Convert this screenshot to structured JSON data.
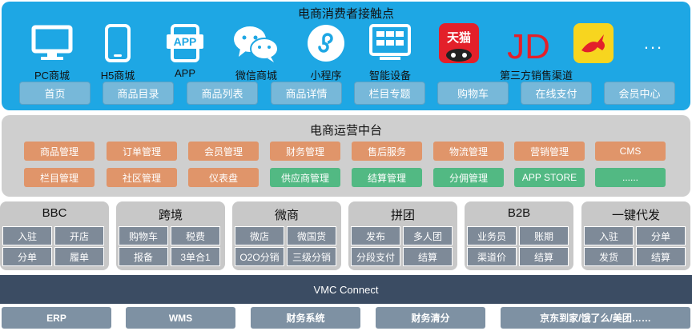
{
  "touchpoints": {
    "title": "电商消费者接触点",
    "channels": [
      {
        "label": "PC商城",
        "icon": "monitor-icon"
      },
      {
        "label": "H5商城",
        "icon": "smartphone-icon"
      },
      {
        "label": "APP",
        "icon": "app-icon",
        "icon_text": "APP"
      },
      {
        "label": "微信商城",
        "icon": "wechat-icon"
      },
      {
        "label": "小程序",
        "icon": "miniprogram-icon"
      },
      {
        "label": "智能设备",
        "icon": "smart-device-icon"
      },
      {
        "label": "",
        "icon": "tmall-logo",
        "icon_text": "天猫"
      },
      {
        "label": "第三方销售渠道",
        "icon": "jd-logo",
        "icon_text": "JD"
      },
      {
        "label": "",
        "icon": "kangaroo-logo"
      },
      {
        "label": "",
        "icon": "more-icon",
        "icon_text": "..."
      }
    ],
    "tabs": [
      "首页",
      "商品目录",
      "商品列表",
      "商品详情",
      "栏目专题",
      "购物车",
      "在线支付",
      "会员中心"
    ]
  },
  "operations": {
    "title": "电商运营中台",
    "row1": [
      "商品管理",
      "订单管理",
      "会员管理",
      "财务管理",
      "售后服务",
      "物流管理",
      "营销管理",
      "CMS"
    ],
    "row2": [
      "栏目管理",
      "社区管理",
      "仪表盘",
      "供应商管理",
      "结算管理",
      "分佣管理",
      "APP STORE",
      "......"
    ]
  },
  "business_models": [
    {
      "title": "BBC",
      "items": [
        "入驻",
        "开店",
        "分单",
        "履单"
      ]
    },
    {
      "title": "跨境",
      "items": [
        "购物车",
        "税费",
        "报备",
        "3单合1"
      ]
    },
    {
      "title": "微商",
      "items": [
        "微店",
        "微国货",
        "O2O分销",
        "三级分销"
      ]
    },
    {
      "title": "拼团",
      "items": [
        "发布",
        "多人团",
        "分段支付",
        "结算"
      ]
    },
    {
      "title": "B2B",
      "items": [
        "业务员",
        "账期",
        "渠道价",
        "结算"
      ]
    },
    {
      "title": "一键代发",
      "items": [
        "入驻",
        "分单",
        "发货",
        "结算"
      ]
    }
  ],
  "connector": {
    "label": "VMC Connect"
  },
  "backend_systems": [
    "ERP",
    "WMS",
    "财务系统",
    "财务清分",
    "京东到家/饿了么/美团……"
  ],
  "colors": {
    "touch_bg": "#1ea7e4",
    "tab_bg": "#77b8d9",
    "ops_bg": "#cfcfcf",
    "chip_orange": "#e0956a",
    "chip_green": "#52b983",
    "biz_bg": "#c8c8c8",
    "cell_bg": "#7e8a98",
    "connector_bg": "#3b4c63",
    "backend_bg": "#7e91a3"
  }
}
